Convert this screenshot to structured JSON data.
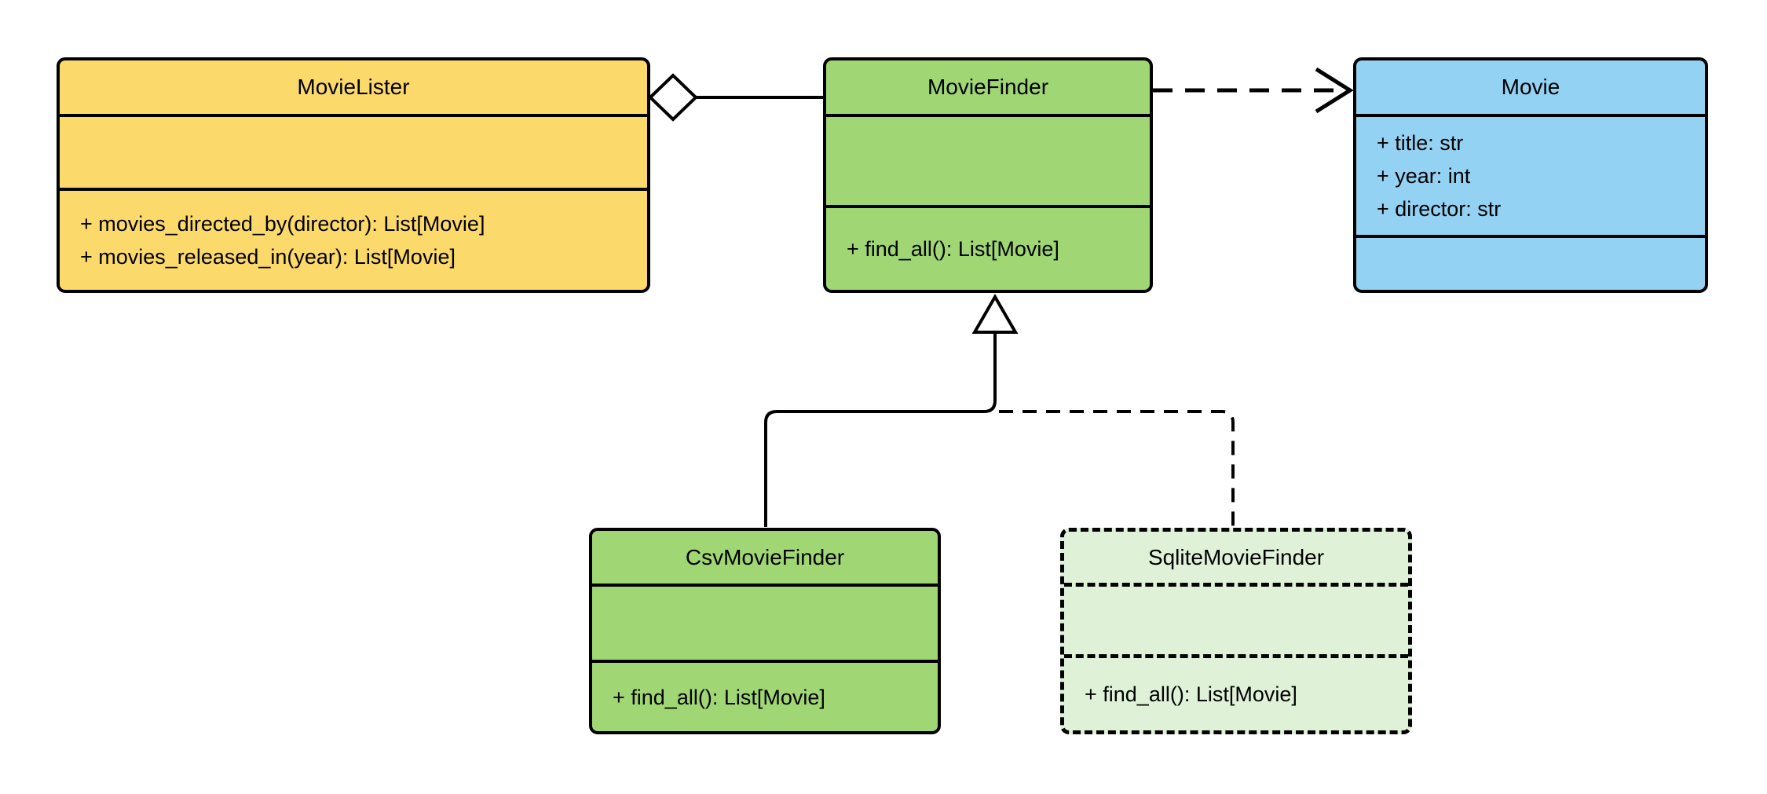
{
  "diagram": {
    "type": "uml-class-diagram",
    "background_color": "#ffffff",
    "stroke_color": "#000000",
    "classes": [
      {
        "name": "MovieLister",
        "fill": "#FCD96B",
        "border_style": "solid",
        "attributes": [],
        "methods": [
          "+ movies_directed_by(director): List[Movie]",
          "+ movies_released_in(year): List[Movie]"
        ]
      },
      {
        "name": "MovieFinder",
        "fill": "#A0D774",
        "border_style": "solid",
        "attributes": [],
        "methods": [
          "+ find_all(): List[Movie]"
        ]
      },
      {
        "name": "Movie",
        "fill": "#93D2F3",
        "border_style": "solid",
        "attributes": [
          "+ title: str",
          "+ year: int",
          "+ director: str"
        ],
        "methods": []
      },
      {
        "name": "CsvMovieFinder",
        "fill": "#A0D774",
        "border_style": "solid",
        "attributes": [],
        "methods": [
          "+ find_all(): List[Movie]"
        ]
      },
      {
        "name": "SqliteMovieFinder",
        "fill": "#DFF2D8",
        "border_style": "dashed",
        "attributes": [],
        "methods": [
          "+ find_all(): List[Movie]"
        ]
      }
    ],
    "relationships": [
      {
        "type": "aggregation",
        "from": "MovieLister",
        "to": "MovieFinder",
        "line": "solid",
        "marker": "hollow-diamond-at-source"
      },
      {
        "type": "dependency",
        "from": "MovieFinder",
        "to": "Movie",
        "line": "dashed",
        "marker": "open-arrow-at-target"
      },
      {
        "type": "generalization",
        "from": "CsvMovieFinder",
        "to": "MovieFinder",
        "line": "solid",
        "marker": "hollow-triangle-at-target"
      },
      {
        "type": "generalization",
        "from": "SqliteMovieFinder",
        "to": "MovieFinder",
        "line": "dashed",
        "marker": "hollow-triangle-at-target"
      }
    ]
  }
}
